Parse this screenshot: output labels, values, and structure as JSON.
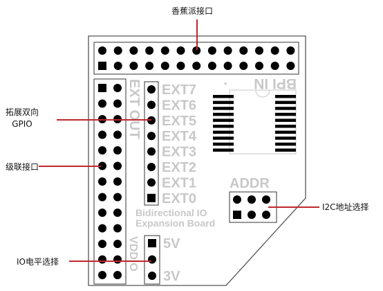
{
  "annotations": {
    "top_header": "香蕉派接口",
    "ext_io": "拓展双向\nGPIO",
    "cascade": "级联接口",
    "io_level": "IO电平选择",
    "i2c_addr": "I2C地址选择"
  },
  "silkscreen": {
    "ext_out": "EXT OUT",
    "bpi_in": "BPI IN",
    "ext_labels": [
      "EXT7",
      "EXT6",
      "EXT5",
      "EXT4",
      "EXT3",
      "EXT2",
      "EXT1",
      "EXT0"
    ],
    "addr": "ADDR",
    "board_line1": "Bidirectional IO",
    "board_line2": "Expansion Board",
    "vddio": "VDDIO",
    "v5": "5V",
    "v3": "3V",
    "pin1_mark": "*"
  },
  "colors": {
    "board_outline": "#555555",
    "pin": "#000000",
    "silkscreen": "#c8c8c8",
    "leader": "#c0272d"
  }
}
